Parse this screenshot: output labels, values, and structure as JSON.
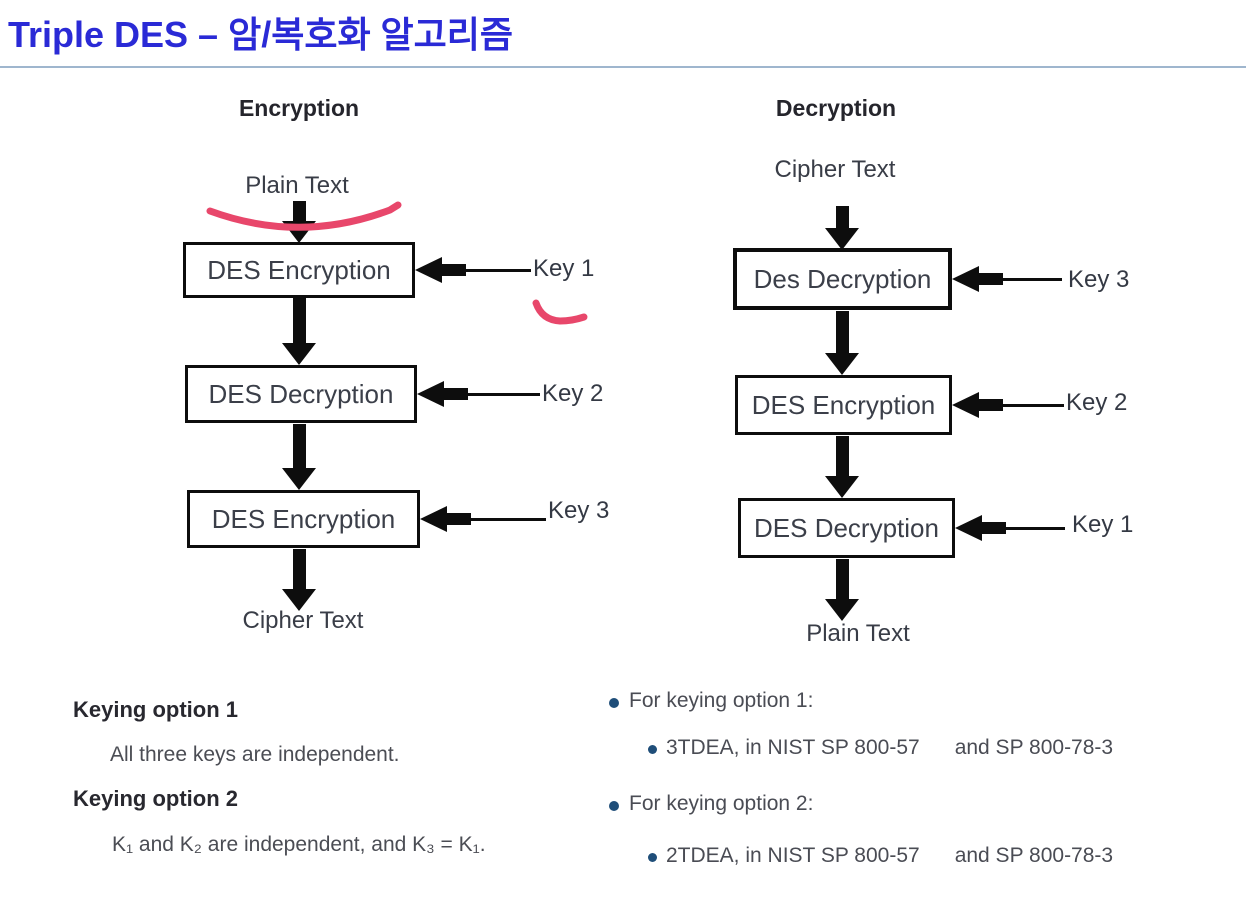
{
  "title": "Triple DES – 암/복호화 알고리즘",
  "colors": {
    "title": "#2a2ad6",
    "divider": "#9fb6ce",
    "annotation": "#e8476b",
    "bullet": "#1f4e79",
    "box_border": "#0d0d0d",
    "body_text": "#4b4d54"
  },
  "encryption": {
    "heading": "Encryption",
    "input_label": "Plain Text",
    "output_label": "Cipher Text",
    "stages": [
      {
        "box": "DES Encryption",
        "key": "Key 1"
      },
      {
        "box": "DES Decryption",
        "key": "Key 2"
      },
      {
        "box": "DES Encryption",
        "key": "Key 3"
      }
    ]
  },
  "decryption": {
    "heading": "Decryption",
    "input_label": "Cipher Text",
    "output_label": "Plain Text",
    "stages": [
      {
        "box": "Des Decryption",
        "key": "Key 3"
      },
      {
        "box": "DES Encryption",
        "key": "Key 2"
      },
      {
        "box": "DES Decryption",
        "key": "Key 1"
      }
    ]
  },
  "keying_options": [
    {
      "heading": "Keying option 1",
      "body": "All three keys are independent."
    },
    {
      "heading": "Keying option 2",
      "body": "K₁ and K₂ are independent, and K₃ = K₁."
    }
  ],
  "bullets": [
    {
      "label": "For keying option 1:",
      "sub": "3TDEA, in NIST SP 800-57      and SP 800-78-3"
    },
    {
      "label": "For keying option 2:",
      "sub": "2TDEA, in NIST SP 800-57      and SP 800-78-3"
    }
  ]
}
